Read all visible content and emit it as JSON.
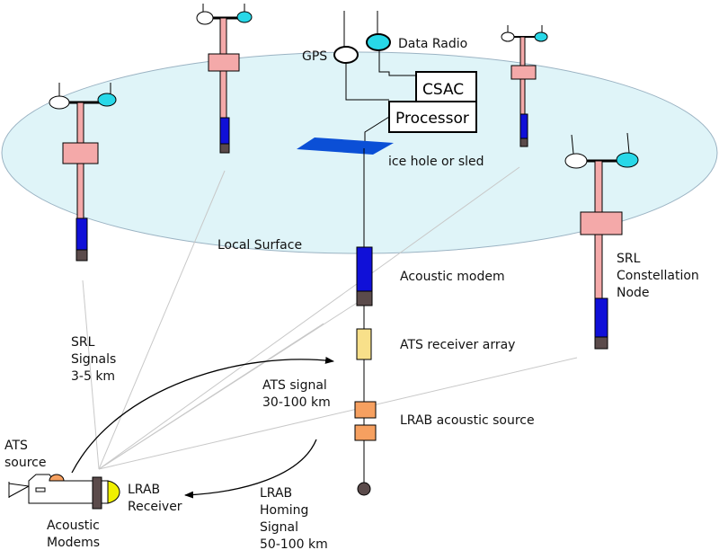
{
  "colors": {
    "surface_fill": "#dff4f8",
    "surface_stroke": "#9bb3c3",
    "mast": "#f4a9a9",
    "modem_blue": "#1010d8",
    "cap_brown": "#5b4b4b",
    "cyan": "#28d8e8",
    "ice_blue": "#0b4fd6",
    "receiver_yellow": "#f8e08a",
    "source_orange": "#f6a060",
    "auv_nose": "#f0f000"
  },
  "labels": {
    "gps": "GPS",
    "data_radio": "Data Radio",
    "csac": "CSAC",
    "processor": "Processor",
    "ice_hole": "ice hole or sled",
    "local_surface": "Local Surface",
    "acoustic_modem": "Acoustic modem",
    "srl_node": [
      "SRL",
      "Constellation",
      "Node"
    ],
    "ats_receiver_array": "ATS receiver array",
    "ats_signal": [
      "ATS signal",
      "30-100 km"
    ],
    "lrab_acoustic_source": "LRAB acoustic source",
    "srl_signals": [
      "SRL",
      "Signals",
      "3-5 km"
    ],
    "ats_source": [
      "ATS",
      "source"
    ],
    "lrab_receiver": [
      "LRAB",
      "Receiver"
    ],
    "acoustic_modems": [
      "Acoustic",
      "Modems"
    ],
    "lrab_homing_signal": [
      "LRAB",
      "Homing",
      "Signal",
      "50-100 km"
    ]
  }
}
